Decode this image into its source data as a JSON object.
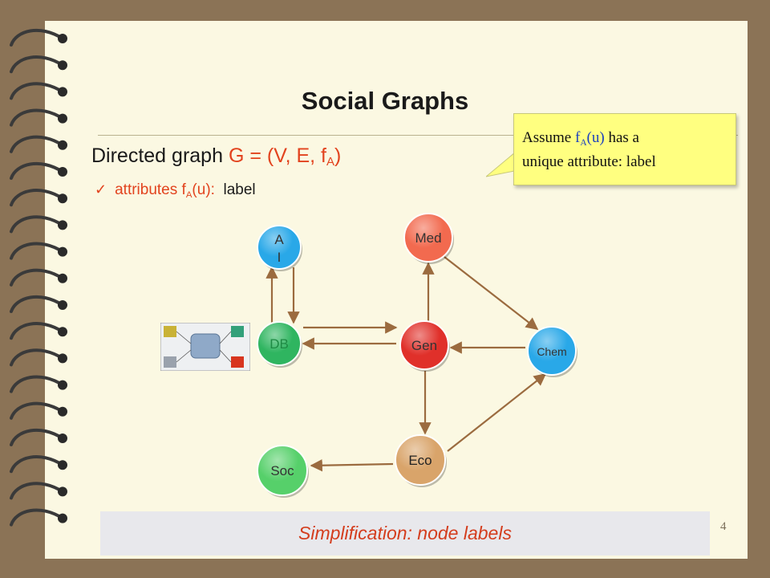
{
  "slide": {
    "title": "Social Graphs",
    "bullet_main_prefix": "Directed graph ",
    "bullet_main_formula": "G = (V, E, f",
    "bullet_main_sub": "A",
    "bullet_main_suffix": ")",
    "bullet_sub_prefix": "attributes f",
    "bullet_sub_sub": "A",
    "bullet_sub_mid": "(u):",
    "bullet_sub_value": "label",
    "callout_pre": "Assume ",
    "callout_f": "f",
    "callout_sub": "A",
    "callout_u": "(u)",
    "callout_rest1": " has a",
    "callout_line2": "unique attribute: label",
    "footer": "Simplification: node labels",
    "page_number": "4"
  },
  "diagram": {
    "nodes": [
      {
        "id": "ai",
        "label_line1": "A",
        "label_line2": "I",
        "color": "#29a8e8"
      },
      {
        "id": "med",
        "label": "Med",
        "color": "#f26a4f"
      },
      {
        "id": "db",
        "label": "DB",
        "color": "#2fb560"
      },
      {
        "id": "gen",
        "label": "Gen",
        "color": "#e0302a"
      },
      {
        "id": "chem",
        "label": "Chem",
        "color": "#29a8e8"
      },
      {
        "id": "eco",
        "label": "Eco",
        "color": "#d9a46a"
      },
      {
        "id": "soc",
        "label": "Soc",
        "color": "#56d06a"
      }
    ],
    "edges": [
      {
        "from": "db",
        "to": "ai"
      },
      {
        "from": "ai",
        "to": "db"
      },
      {
        "from": "db",
        "to": "gen"
      },
      {
        "from": "gen",
        "to": "db"
      },
      {
        "from": "gen",
        "to": "med"
      },
      {
        "from": "med",
        "to": "chem"
      },
      {
        "from": "chem",
        "to": "gen"
      },
      {
        "from": "gen",
        "to": "eco"
      },
      {
        "from": "eco",
        "to": "chem"
      },
      {
        "from": "eco",
        "to": "soc"
      }
    ],
    "edge_color": "#9b6b3f"
  }
}
